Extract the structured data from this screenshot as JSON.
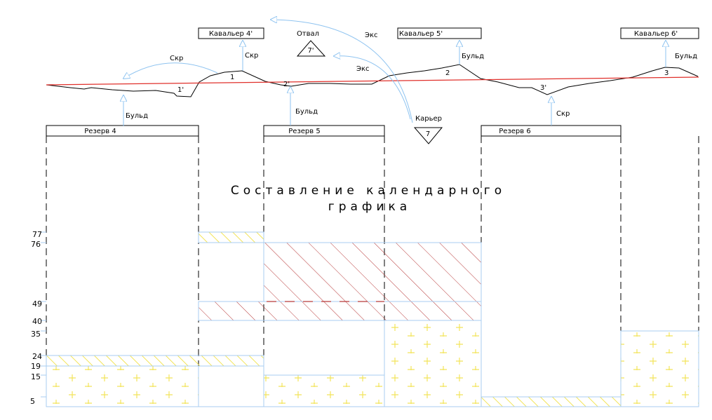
{
  "title": [
    "Составление календарного",
    "графика"
  ],
  "stockpiles": [
    {
      "id": "kav4",
      "label": "Кавальер 4'"
    },
    {
      "id": "kav5",
      "label": "Кавальер 5'"
    },
    {
      "id": "kav6",
      "label": "Кавальер 6'"
    }
  ],
  "reserves": [
    {
      "id": "rez4",
      "label": "Резерв 4"
    },
    {
      "id": "rez5",
      "label": "Резерв 5"
    },
    {
      "id": "rez6",
      "label": "Резерв 6"
    }
  ],
  "dump": {
    "label": "Отвал",
    "mark": "7'"
  },
  "quarry": {
    "label": "Карьер",
    "mark": "7"
  },
  "profile_points": [
    "1",
    "1'",
    "2",
    "2'",
    "3",
    "3'"
  ],
  "machine_labels": {
    "scraper": "Скр",
    "bulldozer": "Бульд",
    "excavator": "Экс"
  },
  "y_axis_ticks": [
    "77",
    "76",
    "49",
    "40",
    "35",
    "24",
    "19",
    "15",
    "5"
  ],
  "colors": {
    "profile_line": "#000000",
    "design_line": "#e0302b",
    "arrows": "#8ec3f0",
    "cut_hatch": "#b83a3a",
    "fill_hatch": "#f2e45a",
    "block_border": "#a8cdf0"
  }
}
